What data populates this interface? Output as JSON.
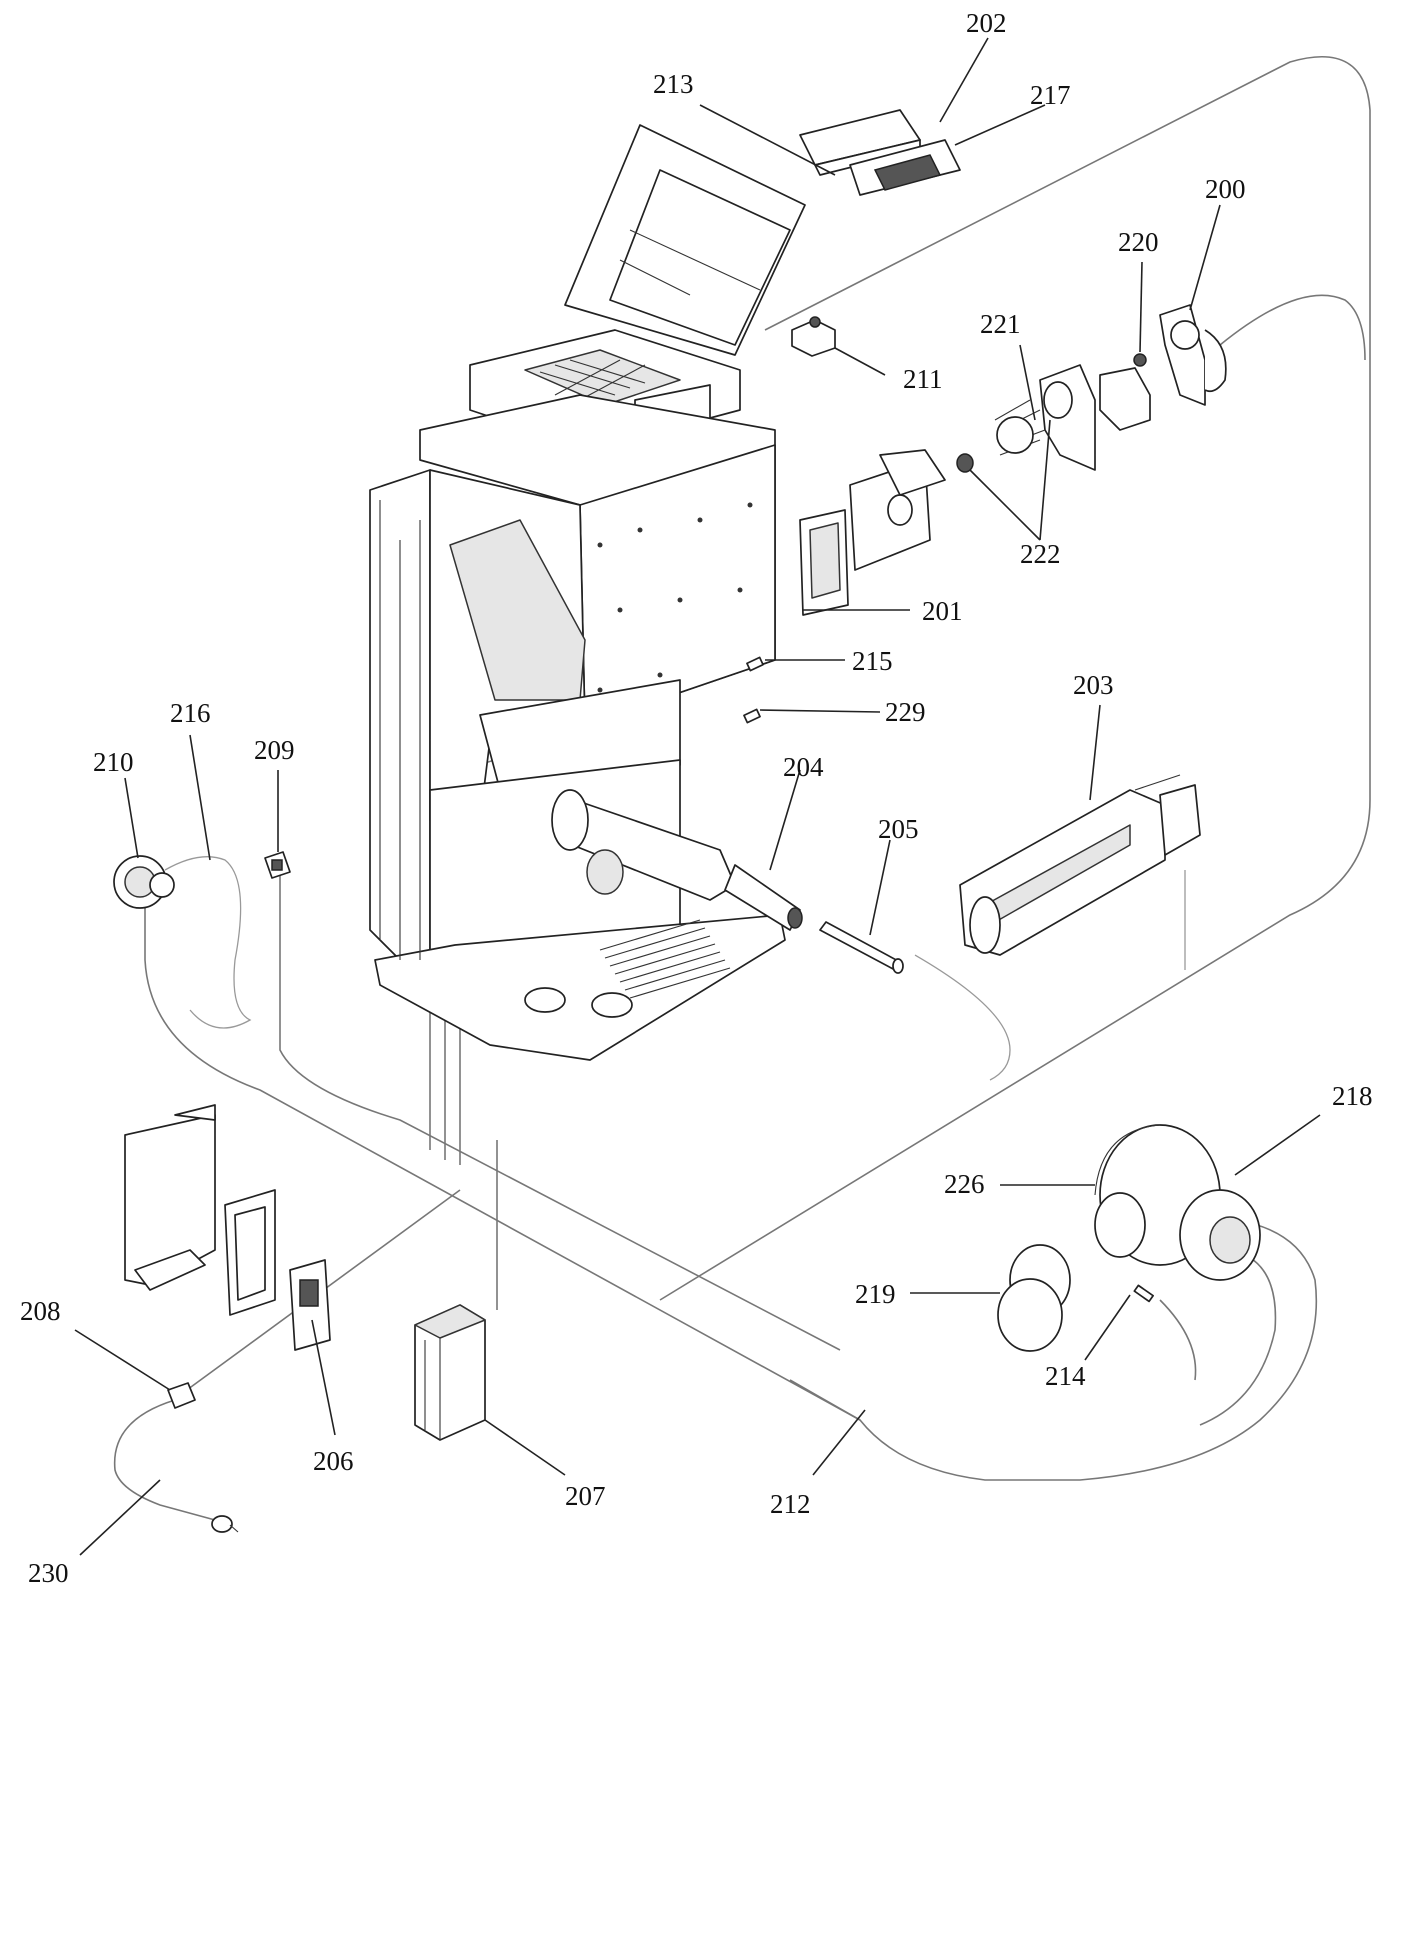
{
  "diagram": {
    "labels": {
      "200": "200",
      "201": "201",
      "202": "202",
      "203": "203",
      "204": "204",
      "205": "205",
      "206": "206",
      "207": "207",
      "208": "208",
      "209": "209",
      "210": "210",
      "211": "211",
      "212": "212",
      "213": "213",
      "214": "214",
      "215": "215",
      "216": "216",
      "217": "217",
      "218": "218",
      "219": "219",
      "220": "220",
      "221": "221",
      "222": "222",
      "226": "226",
      "229": "229",
      "230": "230"
    }
  }
}
